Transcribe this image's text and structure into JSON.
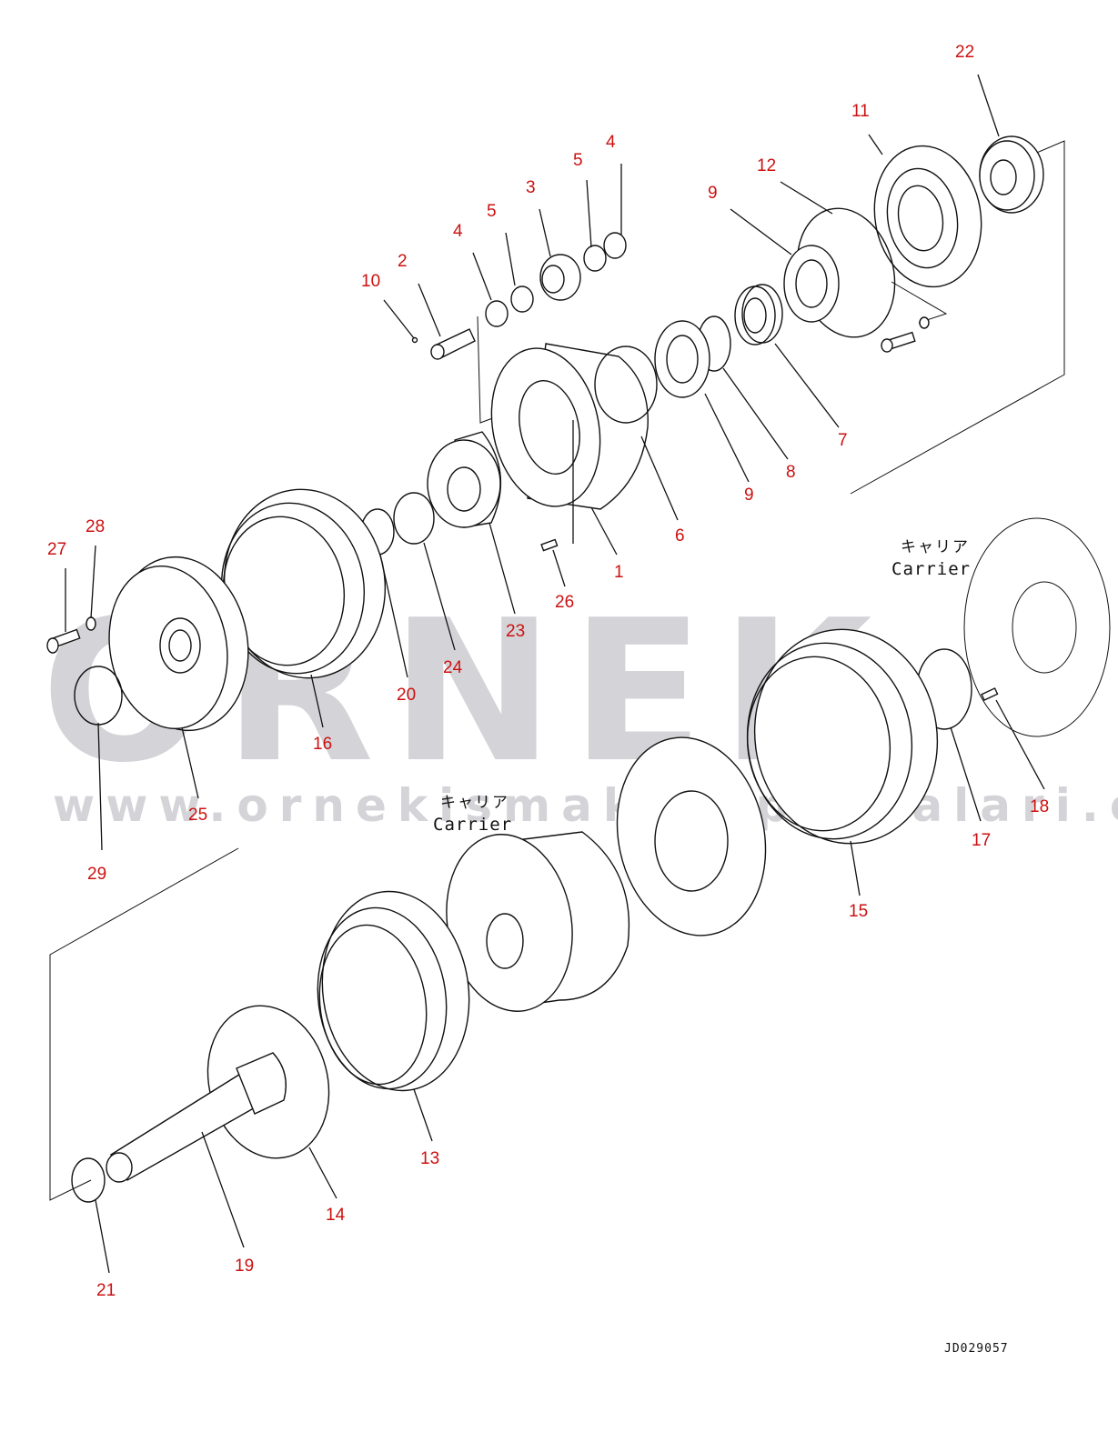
{
  "watermark": {
    "brand": "ORNEK",
    "url": "www.ornekismakinaparcalari.com.tr"
  },
  "carrier_labels": [
    {
      "jp": "キャリア",
      "en": "Carrier"
    },
    {
      "jp": "キャリア",
      "en": "Carrier"
    }
  ],
  "drawing_code": "JD029057",
  "callouts": {
    "p1": "1",
    "p2": "2",
    "p3": "3",
    "p4a": "4",
    "p4b": "4",
    "p5a": "5",
    "p5b": "5",
    "p6": "6",
    "p7": "7",
    "p8": "8",
    "p9a": "9",
    "p9b": "9",
    "p10": "10",
    "p11": "11",
    "p12": "12",
    "p13": "13",
    "p14": "14",
    "p15": "15",
    "p16": "16",
    "p17": "17",
    "p18": "18",
    "p19": "19",
    "p20": "20",
    "p21": "21",
    "p22": "22",
    "p23": "23",
    "p24": "24",
    "p25": "25",
    "p26": "26",
    "p27": "27",
    "p28": "28",
    "p29": "29"
  },
  "colors": {
    "callout": "#cc1111",
    "line": "#111111",
    "watermark": "#d4d4d8"
  }
}
